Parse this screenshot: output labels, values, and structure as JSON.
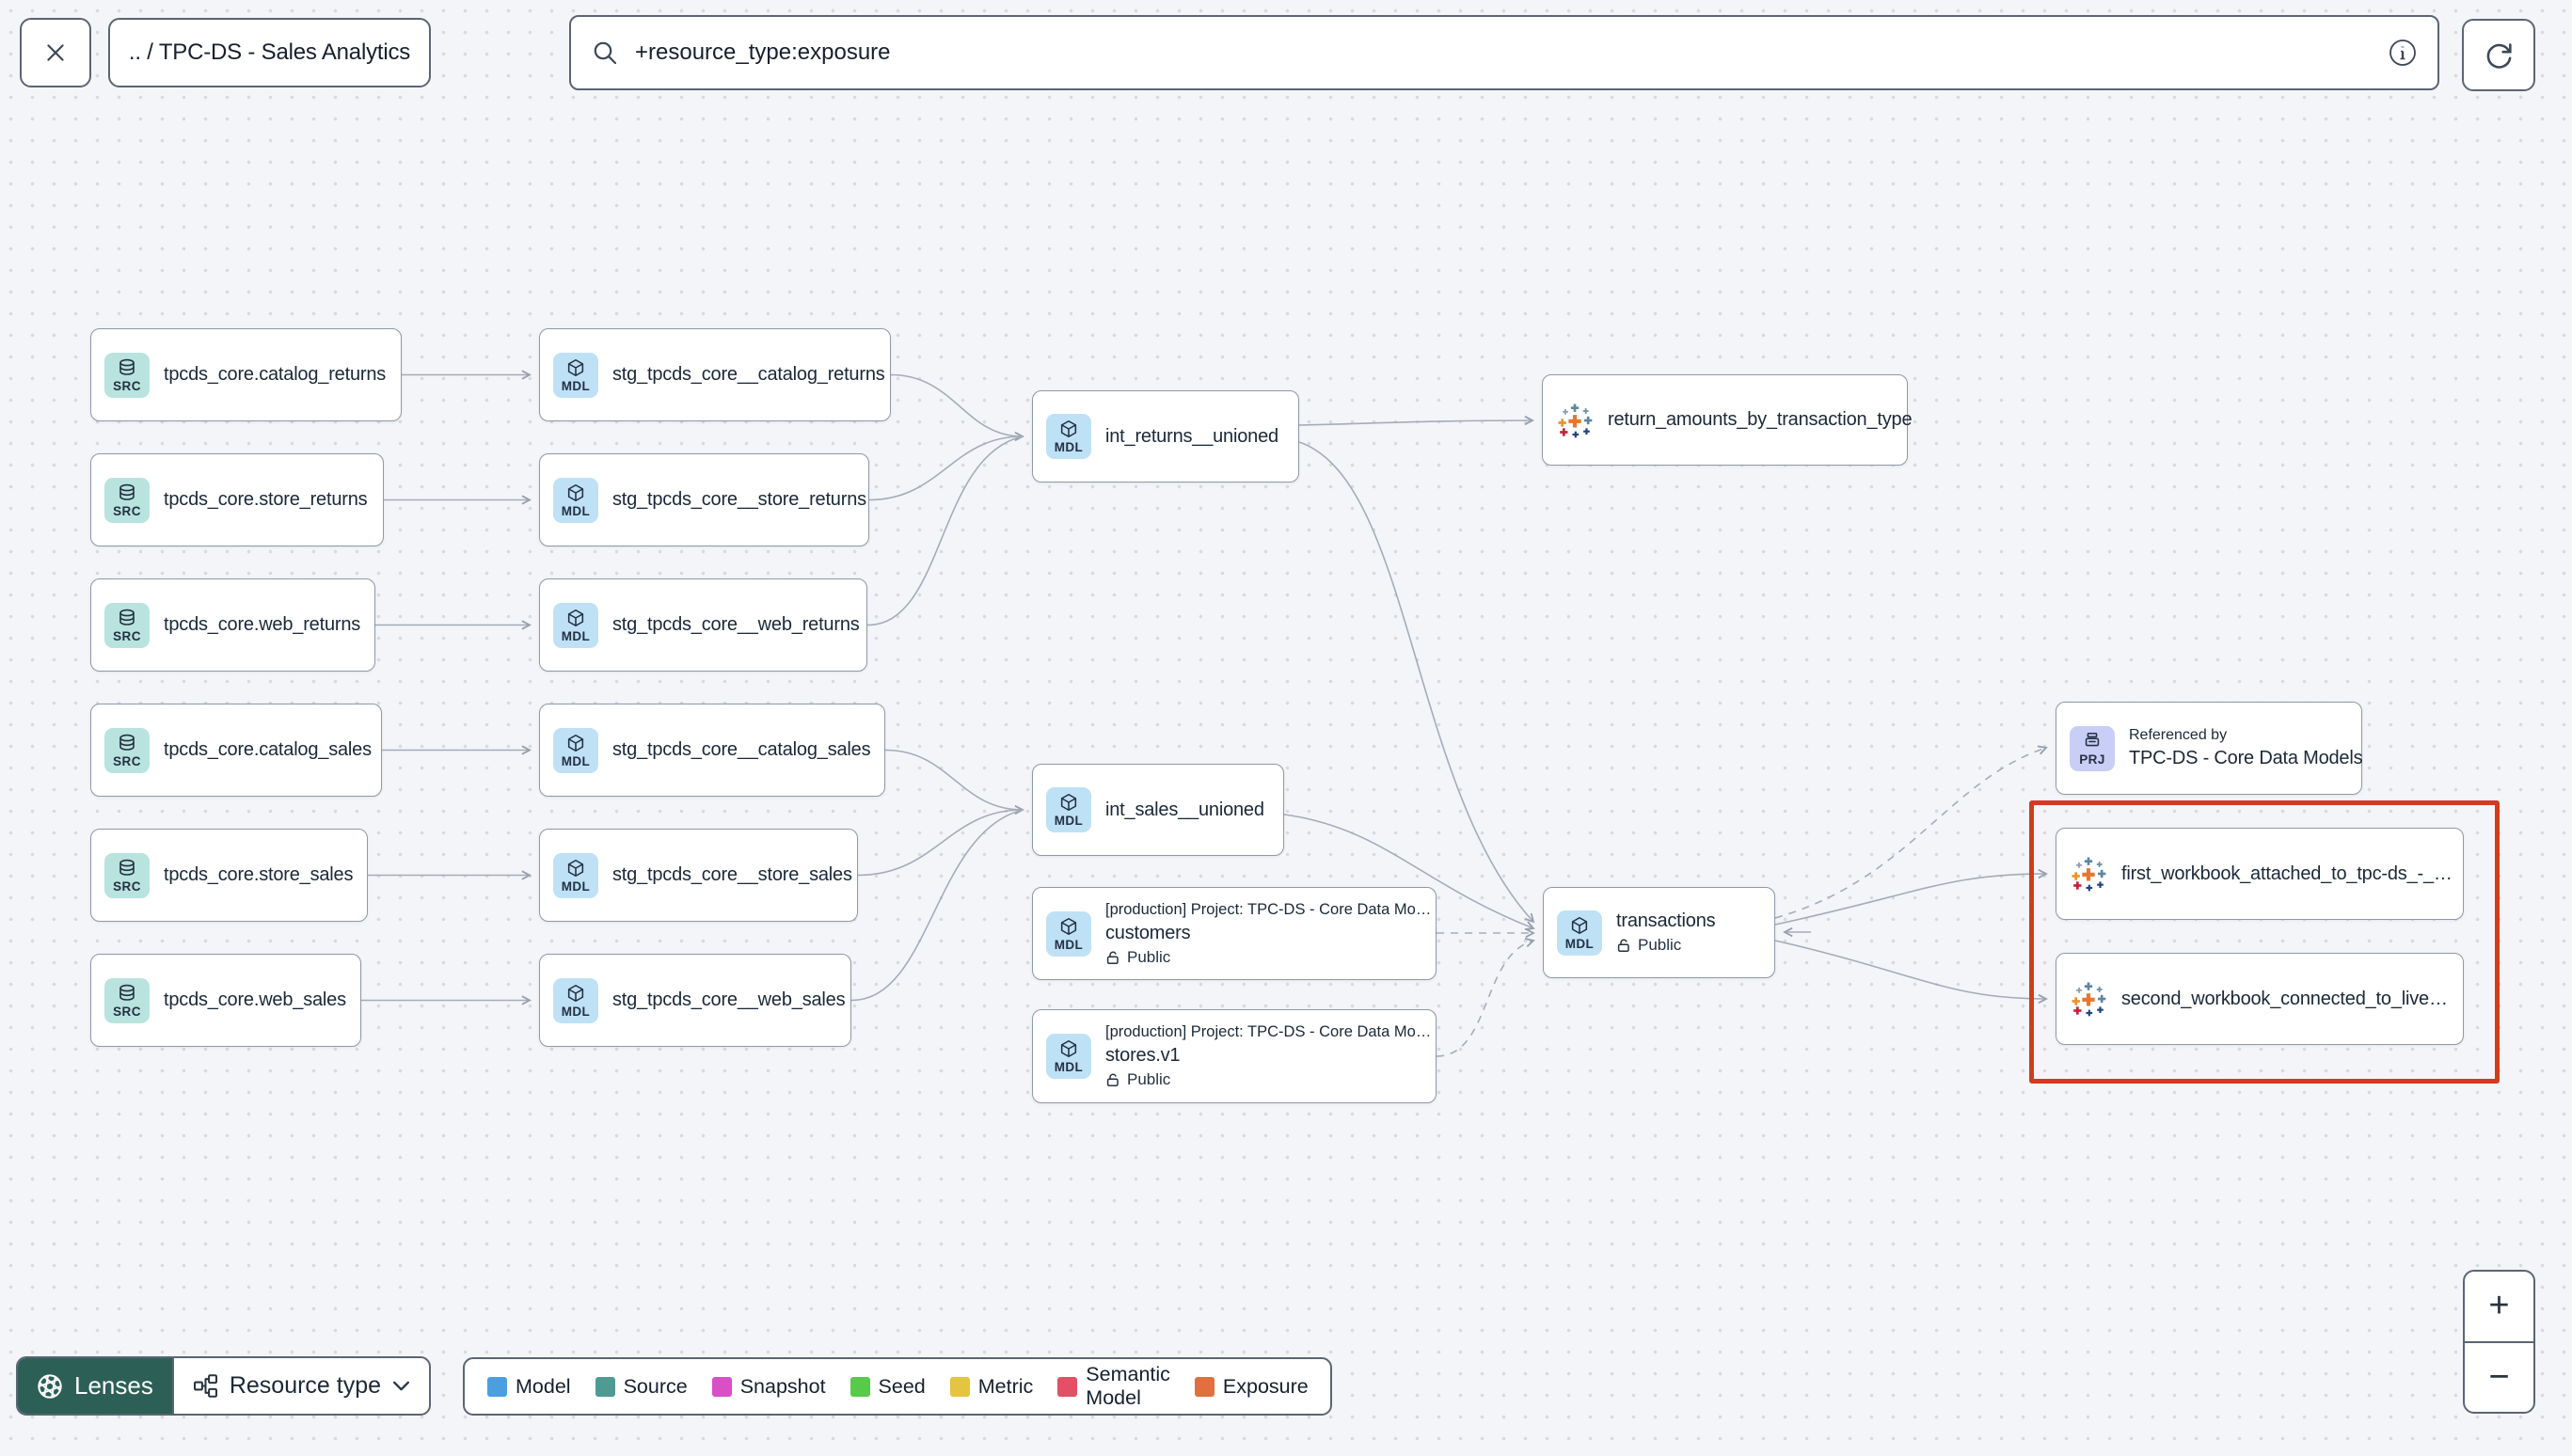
{
  "topbar": {
    "breadcrumb": ".. / TPC-DS - Sales Analytics",
    "search_value": "+resource_type:exposure"
  },
  "graph": {
    "sources": [
      {
        "badge": "SRC",
        "label": "tpcds_core.catalog_returns"
      },
      {
        "badge": "SRC",
        "label": "tpcds_core.store_returns"
      },
      {
        "badge": "SRC",
        "label": "tpcds_core.web_returns"
      },
      {
        "badge": "SRC",
        "label": "tpcds_core.catalog_sales"
      },
      {
        "badge": "SRC",
        "label": "tpcds_core.store_sales"
      },
      {
        "badge": "SRC",
        "label": "tpcds_core.web_sales"
      }
    ],
    "staging": [
      {
        "badge": "MDL",
        "label": "stg_tpcds_core__catalog_returns"
      },
      {
        "badge": "MDL",
        "label": "stg_tpcds_core__store_returns"
      },
      {
        "badge": "MDL",
        "label": "stg_tpcds_core__web_returns"
      },
      {
        "badge": "MDL",
        "label": "stg_tpcds_core__catalog_sales"
      },
      {
        "badge": "MDL",
        "label": "stg_tpcds_core__store_sales"
      },
      {
        "badge": "MDL",
        "label": "stg_tpcds_core__web_sales"
      }
    ],
    "int_returns": {
      "badge": "MDL",
      "label": "int_returns__unioned"
    },
    "int_sales": {
      "badge": "MDL",
      "label": "int_sales__unioned"
    },
    "customers": {
      "badge": "MDL",
      "project": "[production] Project: TPC-DS - Core Data Mo…",
      "label": "customers",
      "access": "Public"
    },
    "stores": {
      "badge": "MDL",
      "project": "[production] Project: TPC-DS - Core Data Mo…",
      "label": "stores.v1",
      "access": "Public"
    },
    "transactions": {
      "badge": "MDL",
      "label": "transactions",
      "access": "Public"
    },
    "exposure_return_amounts": {
      "label": "return_amounts_by_transaction_type"
    },
    "exposure_workbook1": {
      "label": "first_workbook_attached_to_tpc-ds_-_…"
    },
    "exposure_workbook2": {
      "label": "second_workbook_connected_to_live…"
    },
    "referenced_by": {
      "badge": "PRJ",
      "title": "Referenced by",
      "label": "TPC-DS - Core Data Models"
    }
  },
  "footer": {
    "lenses_label": "Lenses",
    "resource_type_label": "Resource type",
    "legend": [
      {
        "label": "Model",
        "color": "#4b9fe1"
      },
      {
        "label": "Source",
        "color": "#509a94"
      },
      {
        "label": "Snapshot",
        "color": "#d94fc5"
      },
      {
        "label": "Seed",
        "color": "#57cb49"
      },
      {
        "label": "Metric",
        "color": "#e5c43f"
      },
      {
        "label": "Semantic Model",
        "color": "#e25064"
      },
      {
        "label": "Exposure",
        "color": "#e2703e"
      }
    ]
  },
  "zoom_controls": {
    "zoom_in": "+",
    "zoom_out": "−"
  }
}
